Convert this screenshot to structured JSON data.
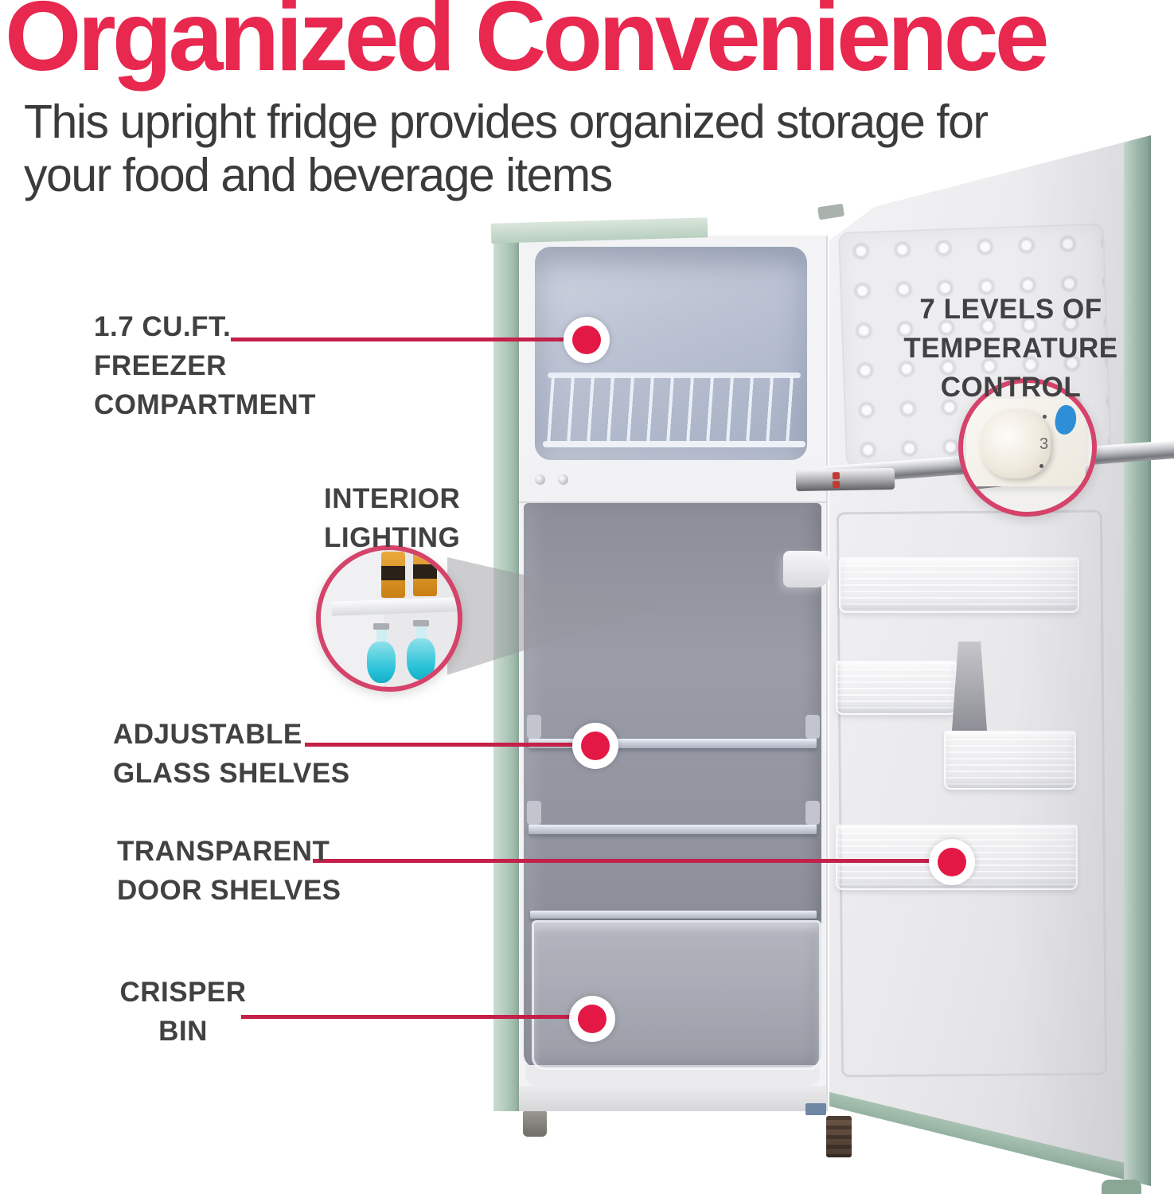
{
  "page": {
    "title": "Organized Convenience",
    "subtitle_line1": "This upright fridge provides organized storage for",
    "subtitle_line2": "your food and beverage items"
  },
  "colors": {
    "title_red": "#E8284E",
    "callout_line_red": "#C4204A",
    "marker_red": "#E41845",
    "inset_ring_pink": "#D5436A",
    "label_gray": "#414042",
    "mint_green": "#B2CBBC"
  },
  "callouts": {
    "freezer": {
      "line1": "1.7 CU.FT.",
      "line2": "FREEZER",
      "line3": "COMPARTMENT"
    },
    "interior_lighting": {
      "line1": "INTERIOR",
      "line2": "LIGHTING"
    },
    "glass_shelves": {
      "line1": "ADJUSTABLE",
      "line2": "GLASS SHELVES"
    },
    "door_shelves": {
      "line1": "TRANSPARENT",
      "line2": "DOOR SHELVES"
    },
    "crisper": {
      "line1": "CRISPER",
      "line2": "BIN"
    },
    "temperature": {
      "line1": "7 LEVELS OF",
      "line2": "TEMPERATURE",
      "line3": "CONTROL"
    }
  },
  "temperature_dial": {
    "value": "3"
  }
}
